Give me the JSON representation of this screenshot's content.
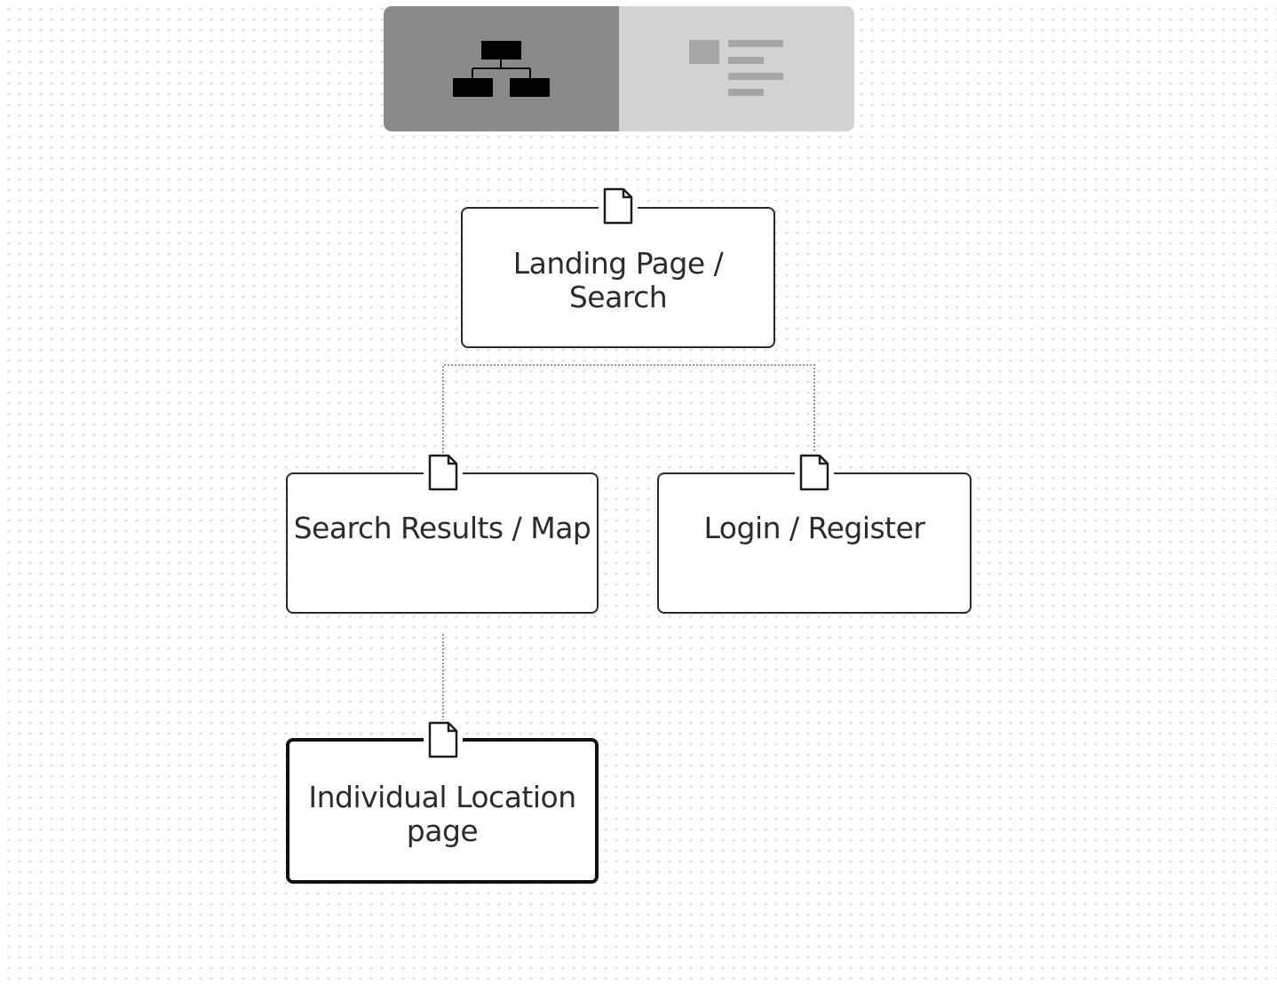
{
  "view_toggle": {
    "options": [
      {
        "id": "sitemap-view",
        "icon": "sitemap-icon",
        "active": true
      },
      {
        "id": "list-view",
        "icon": "list-icon",
        "active": false
      }
    ]
  },
  "sitemap": {
    "nodes": [
      {
        "id": "landing",
        "label": "Landing Page /\nSearch",
        "icon": "page-icon",
        "selected": false
      },
      {
        "id": "search-results",
        "label": "Search Results / Map",
        "icon": "page-icon",
        "selected": false
      },
      {
        "id": "login",
        "label": "Login / Register",
        "icon": "page-icon",
        "selected": false
      },
      {
        "id": "location",
        "label": "Individual Location\npage",
        "icon": "page-icon",
        "selected": true
      }
    ],
    "links": [
      {
        "from": "landing",
        "to": "search-results"
      },
      {
        "from": "landing",
        "to": "login"
      },
      {
        "from": "search-results",
        "to": "location"
      }
    ]
  },
  "colors": {
    "toggle_active": "#8a8a8a",
    "toggle_inactive": "#d2d2d2",
    "node_border": "#2a2a2a",
    "connector": "#9a9a9a",
    "text": "#2b2b2b"
  }
}
